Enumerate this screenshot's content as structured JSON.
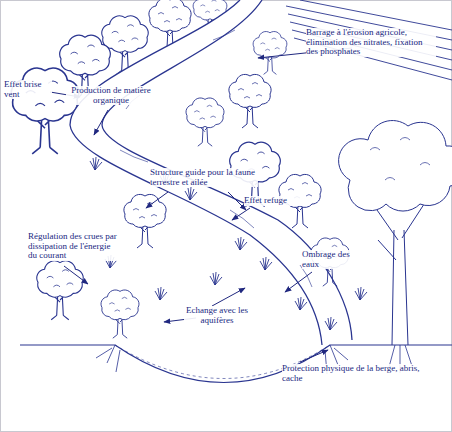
{
  "diagram": {
    "labels": [
      "Barrage à l'érosion agricole, élimination des nitrates, fixation des phosphates",
      "Effet brise vent",
      "Production de matière organique",
      "Structure guide pour la faune terrestre et ailée",
      "Effet refuge",
      "Régulation des crues par dissipation de l'énergie du courant",
      "Ombrage des eaux",
      "Echange avec les aquifères",
      "Protection physique de la berge, abris, cache"
    ]
  }
}
